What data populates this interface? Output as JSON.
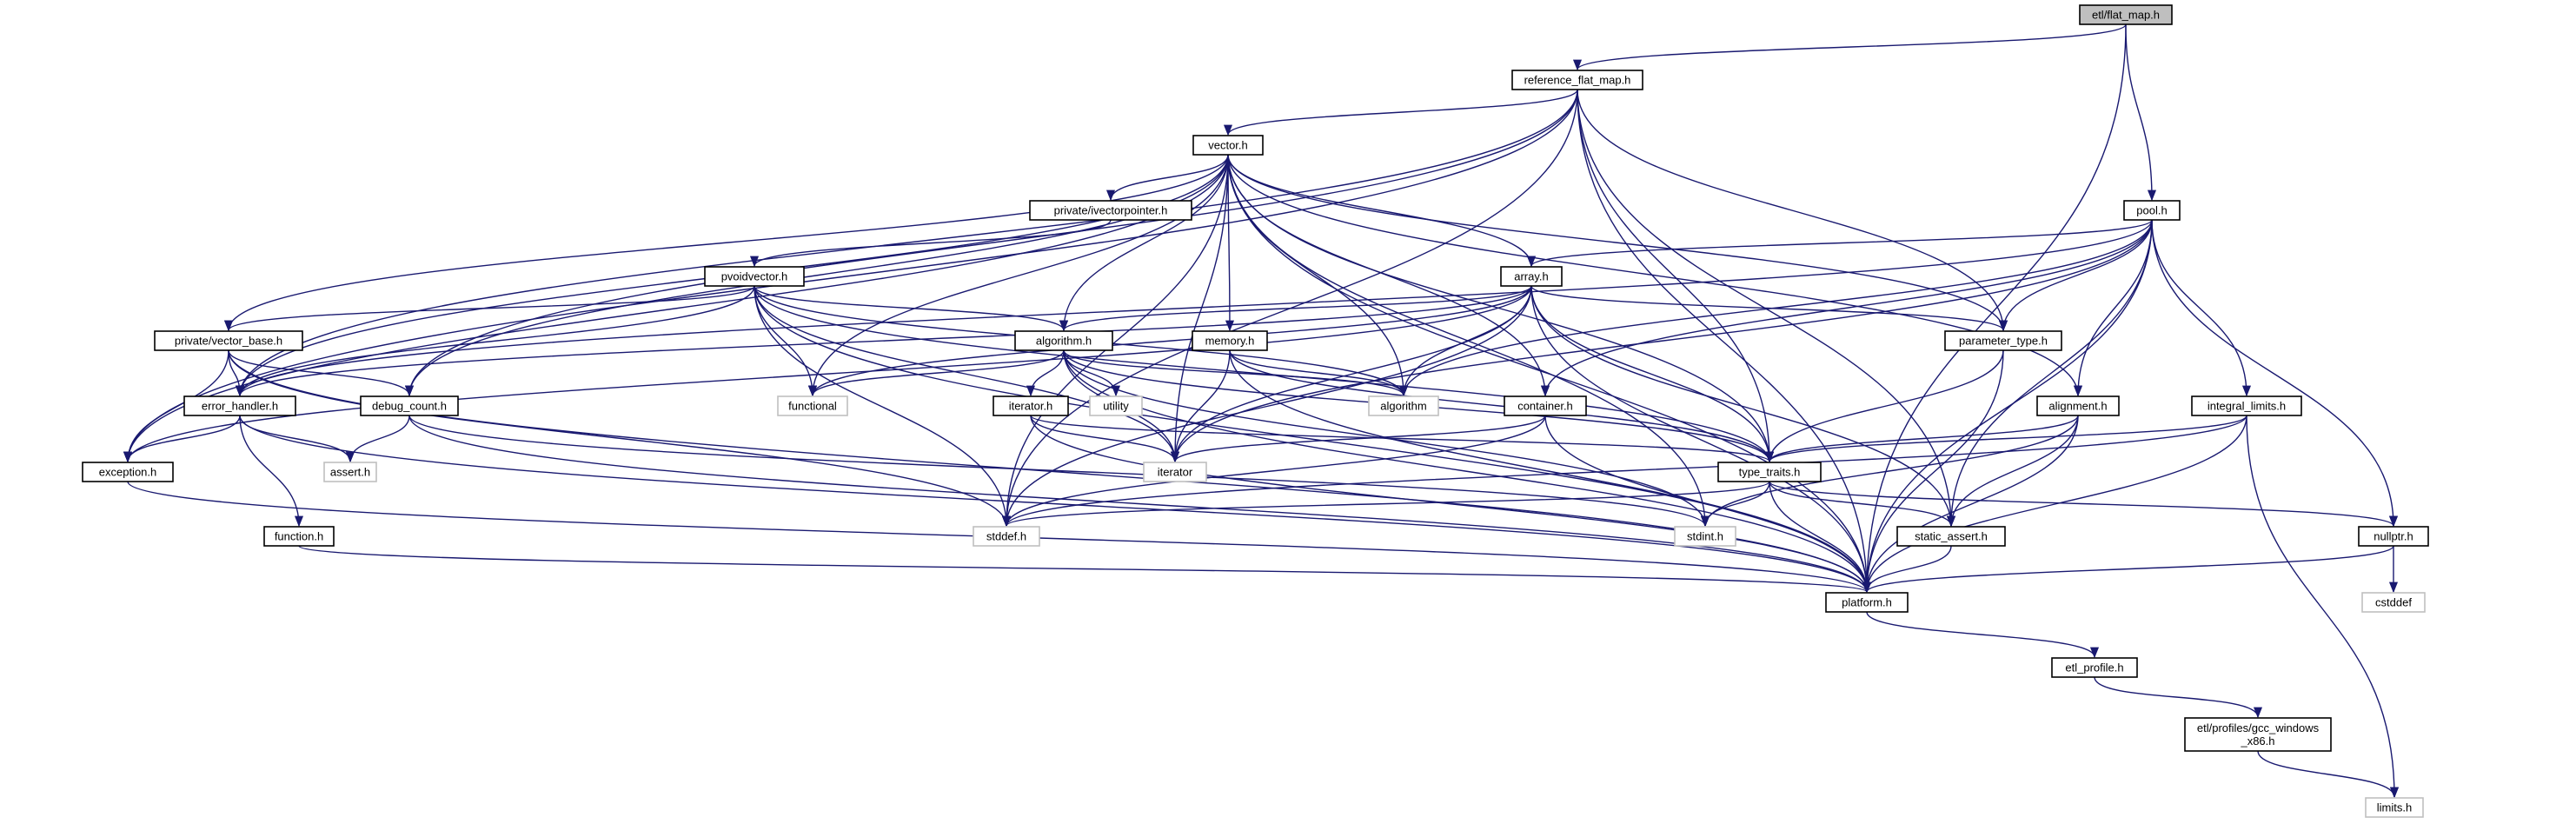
{
  "graph": {
    "edge_color": "#191970",
    "root_fill": "#bfbfbf",
    "external_border": "#bfbfbf",
    "nodes": [
      {
        "id": "flat_map",
        "label": "etl/flat_map.h",
        "kind": "root"
      },
      {
        "id": "ref_flat_map",
        "label": "reference_flat_map.h",
        "kind": "file"
      },
      {
        "id": "vector",
        "label": "vector.h",
        "kind": "file"
      },
      {
        "id": "ivectorpointer",
        "label": "private/ivectorpointer.h",
        "kind": "file"
      },
      {
        "id": "pool",
        "label": "pool.h",
        "kind": "file"
      },
      {
        "id": "pvoidvector",
        "label": "pvoidvector.h",
        "kind": "file"
      },
      {
        "id": "array",
        "label": "array.h",
        "kind": "file"
      },
      {
        "id": "vector_base",
        "label": "private/vector_base.h",
        "kind": "file"
      },
      {
        "id": "algorithm_h",
        "label": "algorithm.h",
        "kind": "file"
      },
      {
        "id": "memory",
        "label": "memory.h",
        "kind": "file"
      },
      {
        "id": "parameter_type",
        "label": "parameter_type.h",
        "kind": "file"
      },
      {
        "id": "error_handler",
        "label": "error_handler.h",
        "kind": "file"
      },
      {
        "id": "debug_count",
        "label": "debug_count.h",
        "kind": "file"
      },
      {
        "id": "functional",
        "label": "functional",
        "kind": "ext"
      },
      {
        "id": "utility",
        "label": "utility",
        "kind": "ext"
      },
      {
        "id": "algorithm",
        "label": "algorithm",
        "kind": "ext"
      },
      {
        "id": "container",
        "label": "container.h",
        "kind": "file"
      },
      {
        "id": "alignment",
        "label": "alignment.h",
        "kind": "file"
      },
      {
        "id": "integral_limits",
        "label": "integral_limits.h",
        "kind": "file"
      },
      {
        "id": "iterator_h",
        "label": "iterator.h",
        "kind": "file"
      },
      {
        "id": "exception",
        "label": "exception.h",
        "kind": "file"
      },
      {
        "id": "assert",
        "label": "assert.h",
        "kind": "ext"
      },
      {
        "id": "iterator",
        "label": "iterator",
        "kind": "ext"
      },
      {
        "id": "type_traits",
        "label": "type_traits.h",
        "kind": "file"
      },
      {
        "id": "function",
        "label": "function.h",
        "kind": "file"
      },
      {
        "id": "stddef",
        "label": "stddef.h",
        "kind": "ext"
      },
      {
        "id": "stdint",
        "label": "stdint.h",
        "kind": "ext"
      },
      {
        "id": "static_assert",
        "label": "static_assert.h",
        "kind": "file"
      },
      {
        "id": "nullptr",
        "label": "nullptr.h",
        "kind": "file"
      },
      {
        "id": "platform",
        "label": "platform.h",
        "kind": "file"
      },
      {
        "id": "cstddef",
        "label": "cstddef",
        "kind": "ext"
      },
      {
        "id": "etl_profile",
        "label": "etl_profile.h",
        "kind": "file"
      },
      {
        "id": "gcc_windows",
        "label": "etl/profiles/gcc_windows\n_x86.h",
        "kind": "file"
      },
      {
        "id": "limits",
        "label": "limits.h",
        "kind": "ext"
      }
    ],
    "edges": [
      [
        "flat_map",
        "ref_flat_map"
      ],
      [
        "flat_map",
        "pool"
      ],
      [
        "flat_map",
        "platform"
      ],
      [
        "ref_flat_map",
        "vector"
      ],
      [
        "ref_flat_map",
        "error_handler"
      ],
      [
        "ref_flat_map",
        "debug_count"
      ],
      [
        "ref_flat_map",
        "exception"
      ],
      [
        "ref_flat_map",
        "stddef"
      ],
      [
        "ref_flat_map",
        "type_traits"
      ],
      [
        "ref_flat_map",
        "parameter_type"
      ],
      [
        "ref_flat_map",
        "static_assert"
      ],
      [
        "ref_flat_map",
        "platform"
      ],
      [
        "vector",
        "ivectorpointer"
      ],
      [
        "vector",
        "vector_base"
      ],
      [
        "vector",
        "algorithm_h"
      ],
      [
        "vector",
        "memory"
      ],
      [
        "vector",
        "array"
      ],
      [
        "vector",
        "parameter_type"
      ],
      [
        "vector",
        "alignment"
      ],
      [
        "vector",
        "container"
      ],
      [
        "vector",
        "functional"
      ],
      [
        "vector",
        "algorithm"
      ],
      [
        "vector",
        "iterator"
      ],
      [
        "vector",
        "type_traits"
      ],
      [
        "vector",
        "error_handler"
      ],
      [
        "vector",
        "exception"
      ],
      [
        "vector",
        "debug_count"
      ],
      [
        "vector",
        "stddef"
      ],
      [
        "vector",
        "stdint"
      ],
      [
        "vector",
        "platform"
      ],
      [
        "ivectorpointer",
        "pvoidvector"
      ],
      [
        "pool",
        "array"
      ],
      [
        "pool",
        "parameter_type"
      ],
      [
        "pool",
        "alignment"
      ],
      [
        "pool",
        "integral_limits"
      ],
      [
        "pool",
        "container"
      ],
      [
        "pool",
        "algorithm"
      ],
      [
        "pool",
        "iterator"
      ],
      [
        "pool",
        "error_handler"
      ],
      [
        "pool",
        "static_assert"
      ],
      [
        "pool",
        "nullptr"
      ],
      [
        "pool",
        "platform"
      ],
      [
        "pvoidvector",
        "vector_base"
      ],
      [
        "pvoidvector",
        "algorithm_h"
      ],
      [
        "pvoidvector",
        "functional"
      ],
      [
        "pvoidvector",
        "algorithm"
      ],
      [
        "pvoidvector",
        "iterator"
      ],
      [
        "pvoidvector",
        "type_traits"
      ],
      [
        "pvoidvector",
        "error_handler"
      ],
      [
        "pvoidvector",
        "stddef"
      ],
      [
        "pvoidvector",
        "platform"
      ],
      [
        "array",
        "algorithm_h"
      ],
      [
        "array",
        "parameter_type"
      ],
      [
        "array",
        "functional"
      ],
      [
        "array",
        "algorithm"
      ],
      [
        "array",
        "iterator"
      ],
      [
        "array",
        "type_traits"
      ],
      [
        "array",
        "exception"
      ],
      [
        "array",
        "error_handler"
      ],
      [
        "array",
        "static_assert"
      ],
      [
        "array",
        "stddef"
      ],
      [
        "array",
        "platform"
      ],
      [
        "vector_base",
        "error_handler"
      ],
      [
        "vector_base",
        "debug_count"
      ],
      [
        "vector_base",
        "exception"
      ],
      [
        "vector_base",
        "stddef"
      ],
      [
        "vector_base",
        "platform"
      ],
      [
        "algorithm_h",
        "functional"
      ],
      [
        "algorithm_h",
        "utility"
      ],
      [
        "algorithm_h",
        "algorithm"
      ],
      [
        "algorithm_h",
        "iterator_h"
      ],
      [
        "algorithm_h",
        "iterator"
      ],
      [
        "algorithm_h",
        "type_traits"
      ],
      [
        "algorithm_h",
        "stdint"
      ],
      [
        "algorithm_h",
        "platform"
      ],
      [
        "memory",
        "algorithm"
      ],
      [
        "memory",
        "iterator"
      ],
      [
        "memory",
        "type_traits"
      ],
      [
        "memory",
        "platform"
      ],
      [
        "parameter_type",
        "type_traits"
      ],
      [
        "parameter_type",
        "platform"
      ],
      [
        "error_handler",
        "exception"
      ],
      [
        "error_handler",
        "assert"
      ],
      [
        "error_handler",
        "function"
      ],
      [
        "error_handler",
        "platform"
      ],
      [
        "debug_count",
        "assert"
      ],
      [
        "debug_count",
        "stdint"
      ],
      [
        "debug_count",
        "platform"
      ],
      [
        "container",
        "iterator"
      ],
      [
        "container",
        "stddef"
      ],
      [
        "container",
        "platform"
      ],
      [
        "alignment",
        "type_traits"
      ],
      [
        "alignment",
        "static_assert"
      ],
      [
        "alignment",
        "stdint"
      ],
      [
        "alignment",
        "platform"
      ],
      [
        "integral_limits",
        "type_traits"
      ],
      [
        "integral_limits",
        "stddef"
      ],
      [
        "integral_limits",
        "limits"
      ],
      [
        "integral_limits",
        "platform"
      ],
      [
        "iterator_h",
        "iterator"
      ],
      [
        "iterator_h",
        "type_traits"
      ],
      [
        "iterator_h",
        "platform"
      ],
      [
        "exception",
        "platform"
      ],
      [
        "type_traits",
        "stddef"
      ],
      [
        "type_traits",
        "stdint"
      ],
      [
        "type_traits",
        "static_assert"
      ],
      [
        "type_traits",
        "nullptr"
      ],
      [
        "type_traits",
        "platform"
      ],
      [
        "function",
        "platform"
      ],
      [
        "static_assert",
        "platform"
      ],
      [
        "nullptr",
        "cstddef"
      ],
      [
        "nullptr",
        "platform"
      ],
      [
        "platform",
        "etl_profile"
      ],
      [
        "etl_profile",
        "gcc_windows"
      ],
      [
        "gcc_windows",
        "limits"
      ]
    ]
  }
}
